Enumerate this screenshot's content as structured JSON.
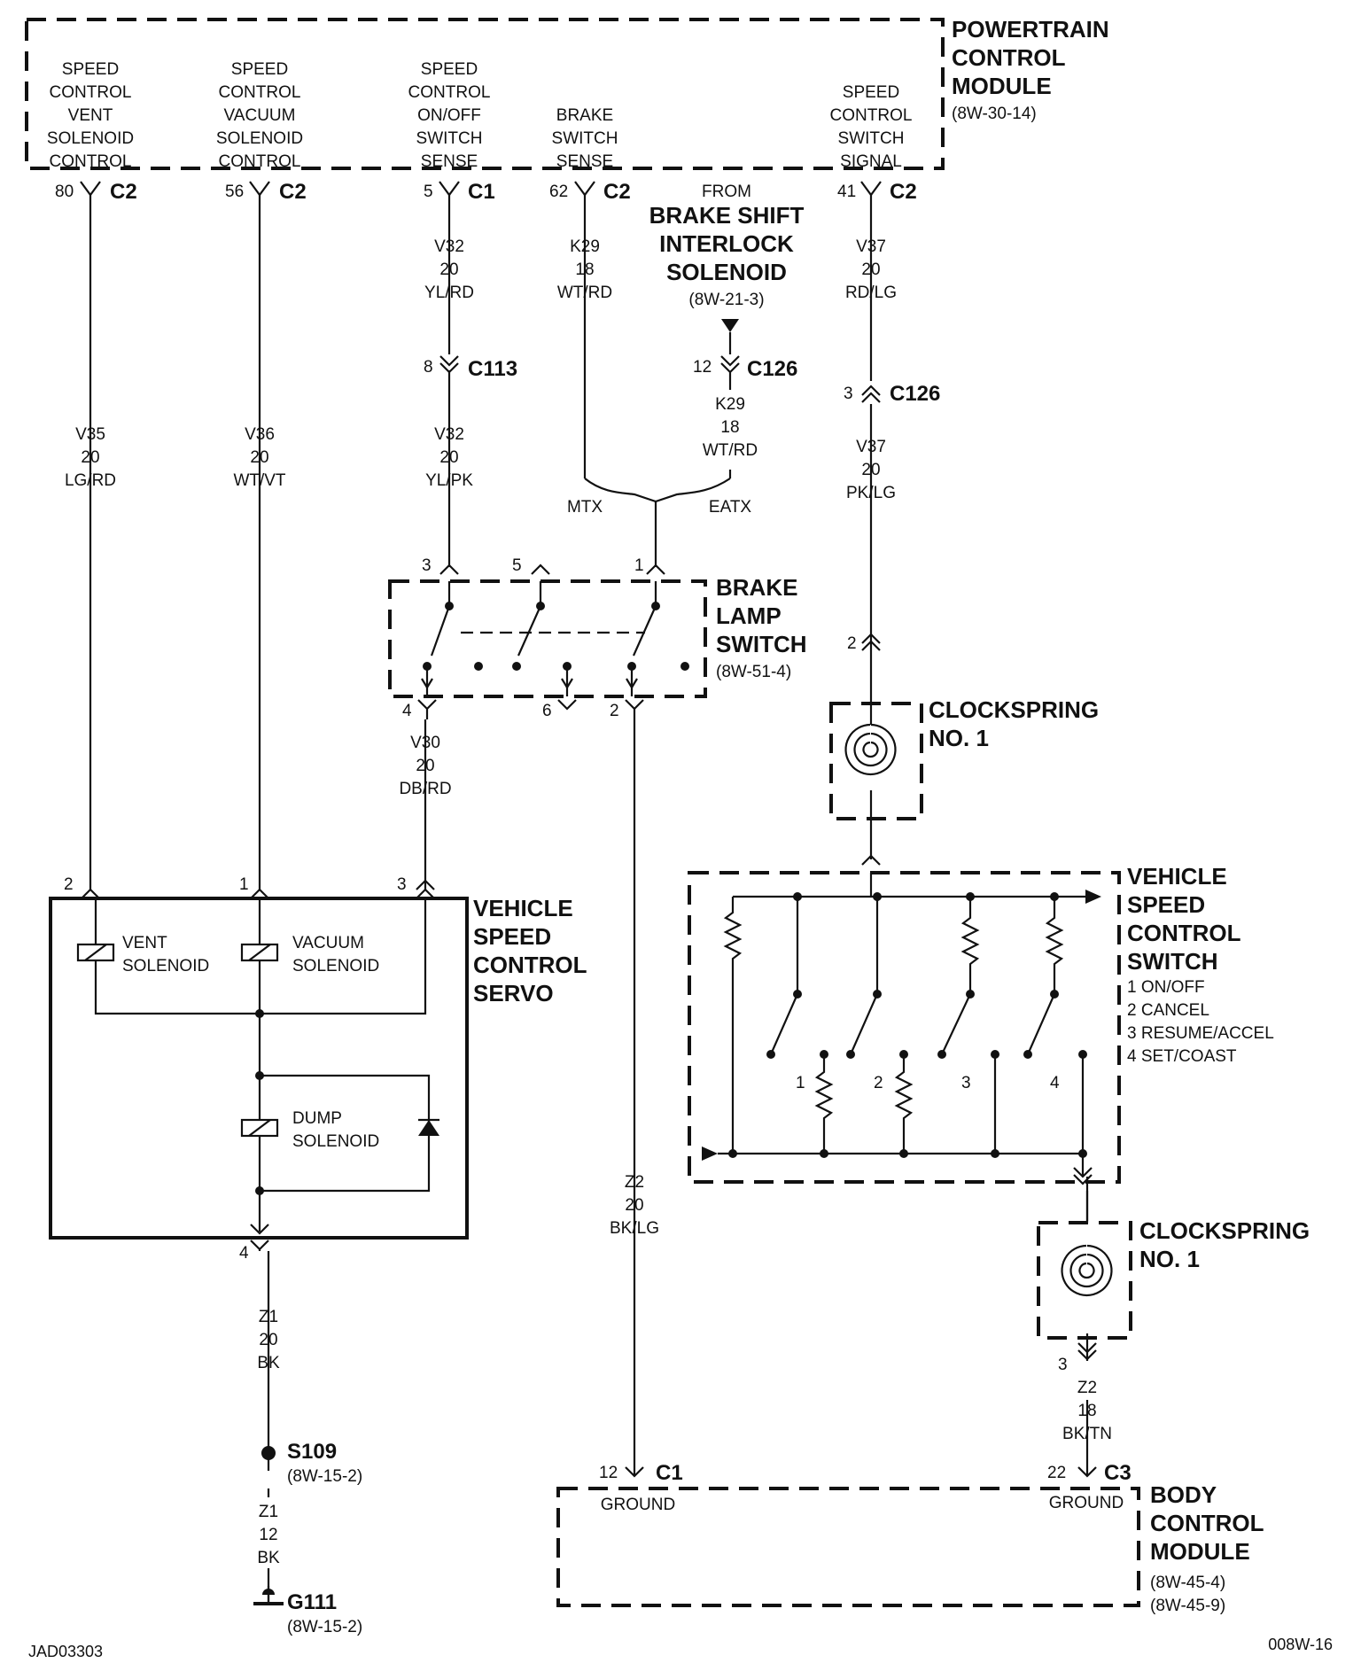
{
  "pcm": {
    "title": [
      "POWERTRAIN",
      "CONTROL",
      "MODULE"
    ],
    "ref": "(8W-30-14)",
    "pins": [
      {
        "label": [
          "SPEED",
          "CONTROL",
          "VENT",
          "SOLENOID",
          "CONTROL"
        ],
        "pin": "80",
        "conn": "C2"
      },
      {
        "label": [
          "SPEED",
          "CONTROL",
          "VACUUM",
          "SOLENOID",
          "CONTROL"
        ],
        "pin": "56",
        "conn": "C2"
      },
      {
        "label": [
          "SPEED",
          "CONTROL",
          "ON/OFF",
          "SWITCH",
          "SENSE"
        ],
        "pin": "5",
        "conn": "C1"
      },
      {
        "label": [
          "BRAKE",
          "SWITCH",
          "SENSE"
        ],
        "pin": "62",
        "conn": "C2"
      },
      {
        "label": [
          "SPEED",
          "CONTROL",
          "SWITCH",
          "SIGNAL"
        ],
        "pin": "41",
        "conn": "C2"
      }
    ]
  },
  "from_bsi": {
    "from": "FROM",
    "title": [
      "BRAKE SHIFT",
      "INTERLOCK",
      "SOLENOID"
    ],
    "ref": "(8W-21-3)"
  },
  "wires": {
    "v32_top": [
      "V32",
      "20",
      "YL/RD"
    ],
    "k29_top": [
      "K29",
      "18",
      "WT/RD"
    ],
    "v37_top": [
      "V37",
      "20",
      "RD/LG"
    ],
    "v35": [
      "V35",
      "20",
      "LG/RD"
    ],
    "v36": [
      "V36",
      "20",
      "WT/VT"
    ],
    "v32_bot": [
      "V32",
      "20",
      "YL/PK"
    ],
    "k29_bot": [
      "K29",
      "18",
      "WT/RD"
    ],
    "v37_bot": [
      "V37",
      "20",
      "PK/LG"
    ],
    "v30": [
      "V30",
      "20",
      "DB/RD"
    ],
    "z2_mid": [
      "Z2",
      "20",
      "BK/LG"
    ],
    "z1_top": [
      "Z1",
      "20",
      "BK"
    ],
    "z1_bot": [
      "Z1",
      "12",
      "BK"
    ],
    "z2_right": [
      "Z2",
      "18",
      "BK/TN"
    ]
  },
  "connectors": {
    "c113": {
      "pin": "8",
      "name": "C113"
    },
    "c126_left": {
      "pin": "12",
      "name": "C126"
    },
    "c126_right": {
      "pin": "3",
      "name": "C126"
    }
  },
  "split": {
    "left": "MTX",
    "right": "EATX"
  },
  "brake_lamp_switch": {
    "title": [
      "BRAKE",
      "LAMP",
      "SWITCH"
    ],
    "ref": "(8W-51-4)",
    "pins_top": [
      "3",
      "5",
      "1"
    ],
    "pins_bottom": [
      "4",
      "6",
      "2"
    ]
  },
  "clockspring_top": {
    "title": [
      "CLOCKSPRING",
      "NO. 1"
    ],
    "pin": "2"
  },
  "clockspring_bottom": {
    "title": [
      "CLOCKSPRING",
      "NO. 1"
    ],
    "pin": "3"
  },
  "vscs": {
    "title": [
      "VEHICLE",
      "SPEED",
      "CONTROL",
      "SWITCH"
    ],
    "legend": [
      "1 ON/OFF",
      "2 CANCEL",
      "3 RESUME/ACCEL",
      "4 SET/COAST"
    ],
    "switch_numbers": [
      "1",
      "2",
      "3",
      "4"
    ]
  },
  "servo": {
    "title": [
      "VEHICLE",
      "SPEED",
      "CONTROL",
      "SERVO"
    ],
    "pins_top": [
      "2",
      "1",
      "3"
    ],
    "pin_bottom": "4",
    "vent": [
      "VENT",
      "SOLENOID"
    ],
    "vacuum": [
      "VACUUM",
      "SOLENOID"
    ],
    "dump": [
      "DUMP",
      "SOLENOID"
    ]
  },
  "s109": {
    "name": "S109",
    "ref": "(8W-15-2)"
  },
  "g111": {
    "name": "G111",
    "ref": "(8W-15-2)"
  },
  "bcm": {
    "title": [
      "BODY",
      "CONTROL",
      "MODULE"
    ],
    "refs": [
      "(8W-45-4)",
      "(8W-45-9)"
    ],
    "left": {
      "pin": "12",
      "conn": "C1",
      "label": "GROUND"
    },
    "right": {
      "pin": "22",
      "conn": "C3",
      "label": "GROUND"
    }
  },
  "footer": {
    "left": "JAD03303",
    "right": "008W-16"
  }
}
